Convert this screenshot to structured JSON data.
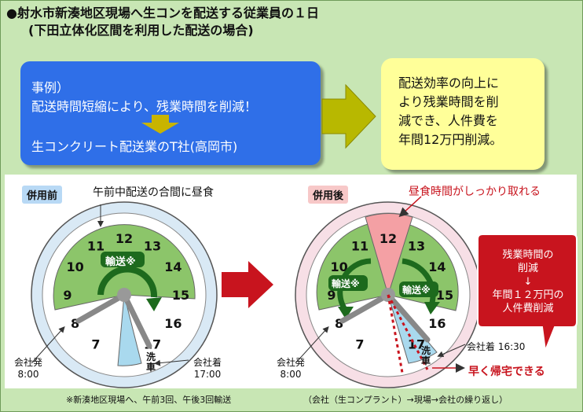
{
  "title": {
    "line1": "●射水市新湊地区現場へ生コンを配送する従業員の１日",
    "line2": "(下田立体化区間を利用した配送の場合)"
  },
  "case_box": {
    "line1": "事例）",
    "line2": "配送時間短縮により、残業時間を削減！",
    "line3": "生コンクリート配送業のT社(高岡市)"
  },
  "result_box": {
    "lines": [
      "配送効率の向上に",
      "より残業時間を削",
      "減でき、人件費を",
      "年間12万円削減。"
    ]
  },
  "before": {
    "tag": "併用前",
    "annotation": "午前中配送の合間に昼食",
    "hours": [
      "7",
      "8",
      "9",
      "10",
      "11",
      "12",
      "13",
      "14",
      "15",
      "16",
      "17"
    ],
    "transport_label": "輸送※",
    "wash_label": [
      "洗",
      "車"
    ],
    "depart": [
      "会社発",
      "8:00"
    ],
    "arrive": [
      "会社着",
      "17:00"
    ]
  },
  "after": {
    "tag": "併用後",
    "annotation": "昼食時間がしっかり取れる",
    "hours": [
      "7",
      "8",
      "9",
      "10",
      "11",
      "12",
      "13",
      "14",
      "15",
      "16",
      "17"
    ],
    "transport_label": "輸送※",
    "wash_label": [
      "洗",
      "車"
    ],
    "depart": [
      "会社発",
      "8:00"
    ],
    "arrive": "会社着 16:30",
    "early_home": "早く帰宅できる",
    "callout": {
      "line1": "残業時間の",
      "line2": "削減",
      "arrow": "↓",
      "line3": "年間１２万円の",
      "line4": "人件費削減"
    }
  },
  "footer": {
    "left": "※新湊地区現場へ、午前3回、午後3回輸送",
    "right": "（会社（生コンプラント）→現場→会社の繰り返し）"
  },
  "colors": {
    "background": "#c8e6b4",
    "blue_box": "#2f6fe8",
    "yellow_box": "#ffff99",
    "clock_face": "#8cc56a",
    "clock_rim_before": "#d9e9f5",
    "clock_rim_after": "#f7dfe6",
    "lunch": "#f4a0a4",
    "wash": "#a9d9ee",
    "arrow_red": "#c8141e",
    "arrow_olive": "#b8b800"
  }
}
